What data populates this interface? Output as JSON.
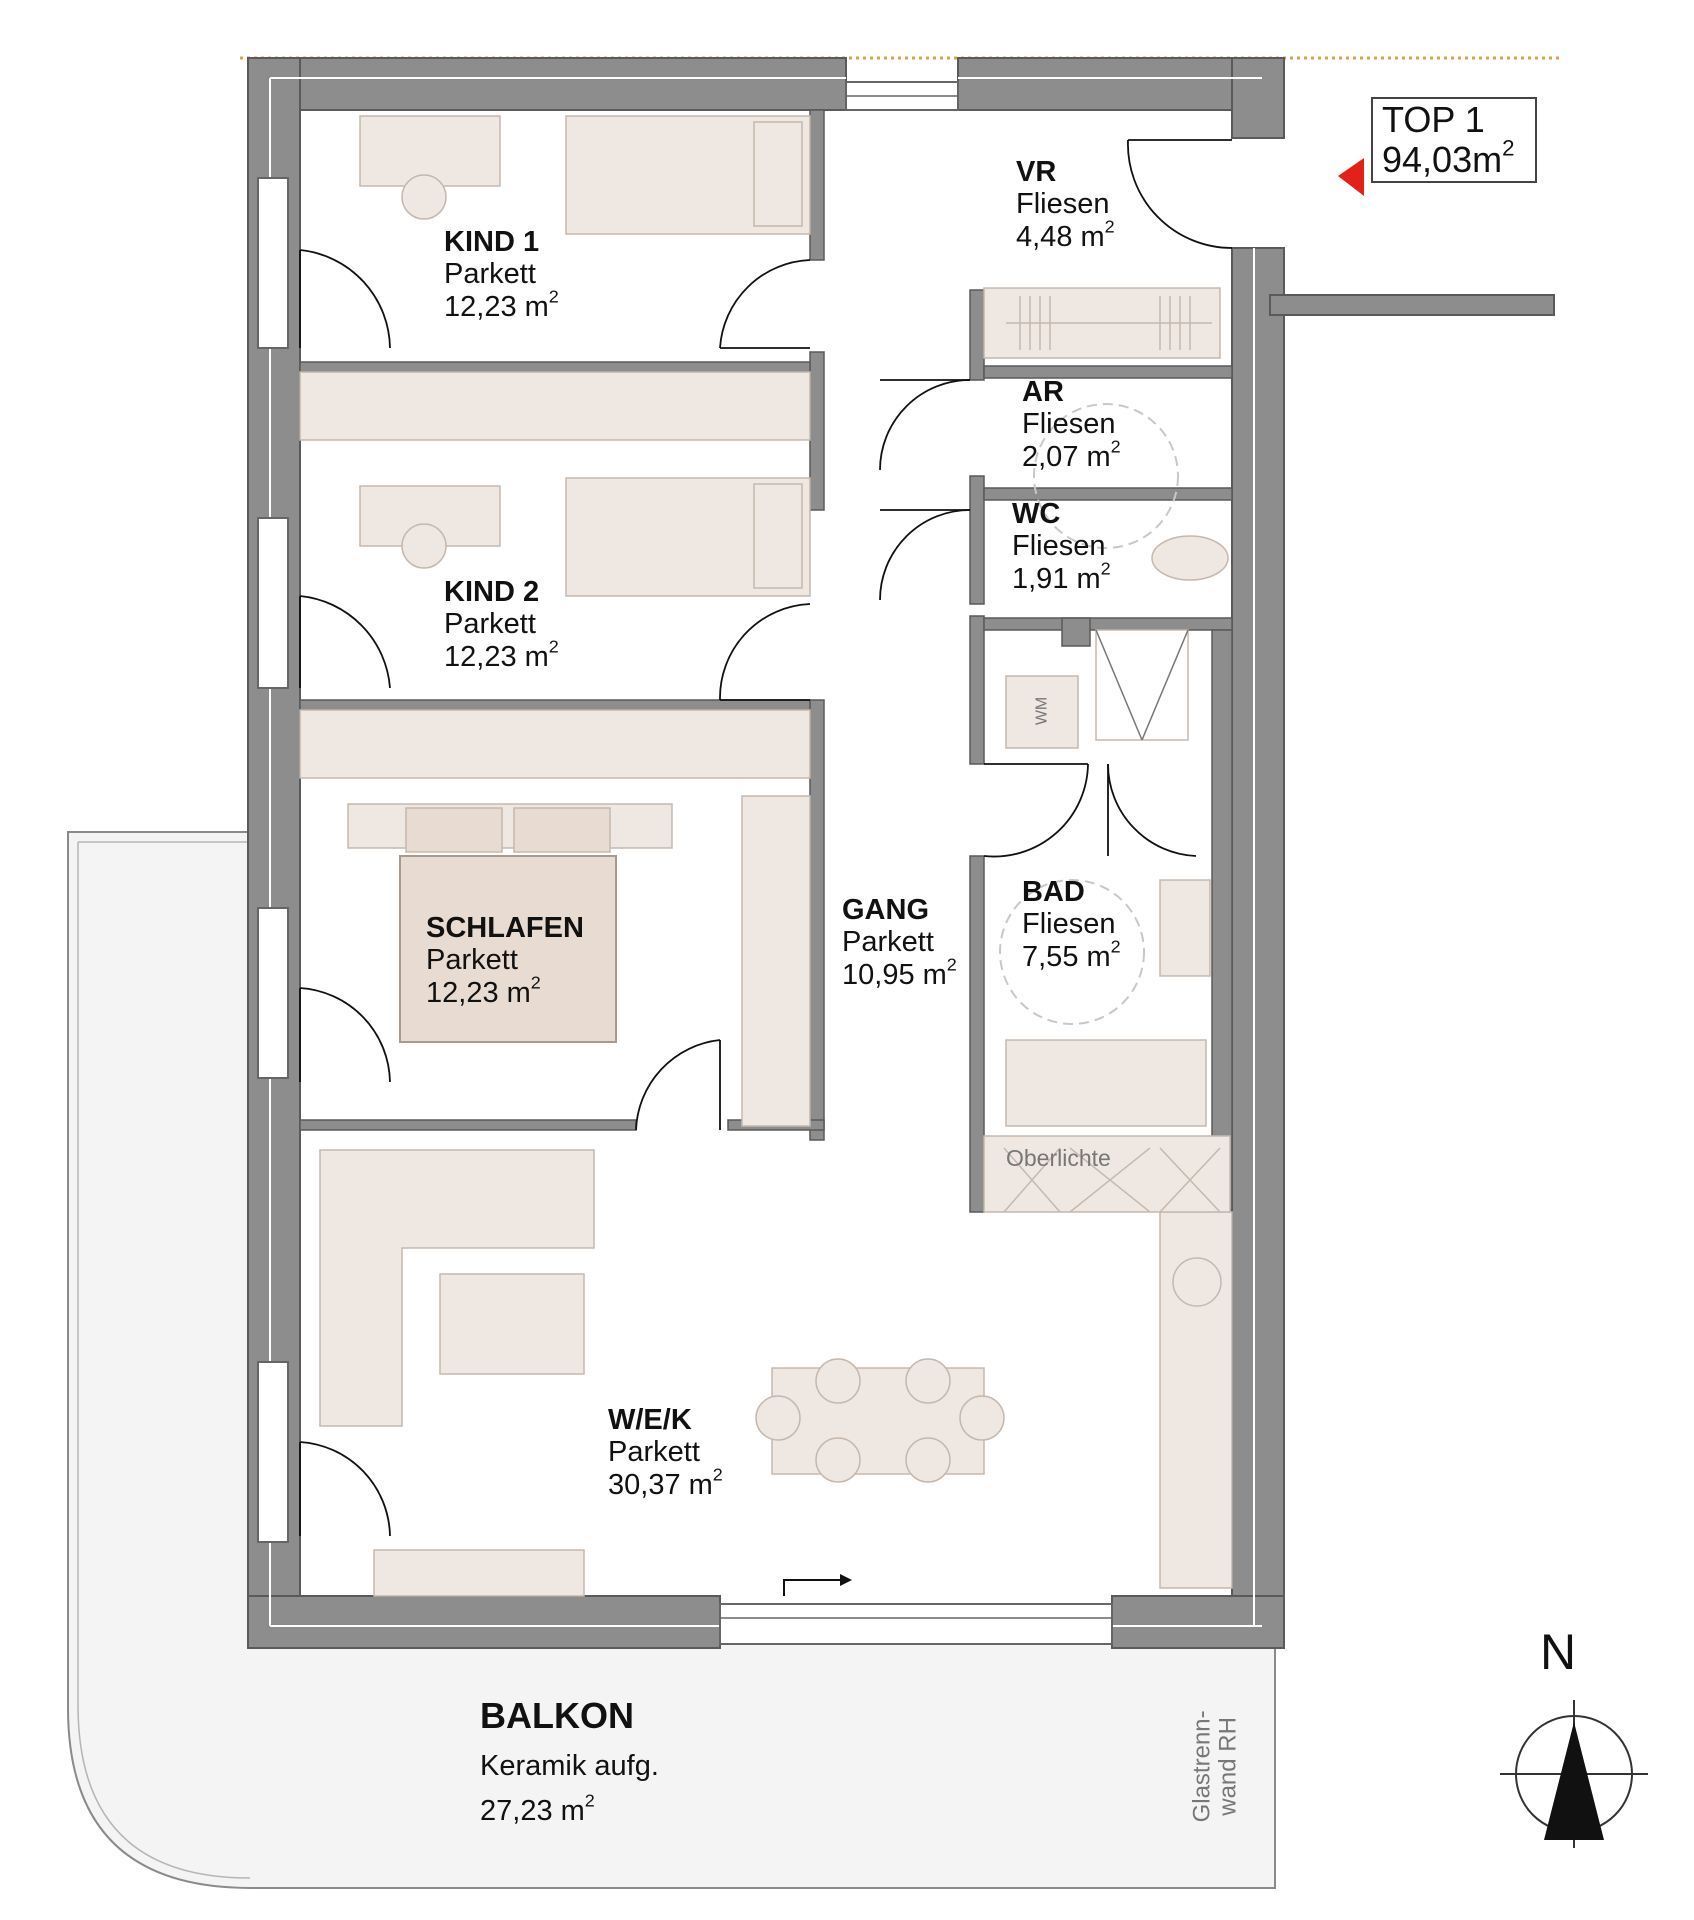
{
  "unit": {
    "label": "TOP 1",
    "area": "94,03m",
    "sup": "2"
  },
  "rooms": {
    "vr": {
      "name": "VR",
      "floor": "Fliesen",
      "area": "4,48 m",
      "sup": "2"
    },
    "kind1": {
      "name": "KIND 1",
      "floor": "Parkett",
      "area": "12,23 m",
      "sup": "2"
    },
    "ar": {
      "name": "AR",
      "floor": "Fliesen",
      "area": "2,07 m",
      "sup": "2"
    },
    "wc": {
      "name": "WC",
      "floor": "Fliesen",
      "area": "1,91 m",
      "sup": "2"
    },
    "kind2": {
      "name": "KIND 2",
      "floor": "Parkett",
      "area": "12,23 m",
      "sup": "2"
    },
    "schlafen": {
      "name": "SCHLAFEN",
      "floor": "Parkett",
      "area": "12,23 m",
      "sup": "2"
    },
    "gang": {
      "name": "GANG",
      "floor": "Parkett",
      "area": "10,95 m",
      "sup": "2"
    },
    "bad": {
      "name": "BAD",
      "floor": "Fliesen",
      "area": "7,55 m",
      "sup": "2"
    },
    "wek": {
      "name": "W/E/K",
      "floor": "Parkett",
      "area": "30,37 m",
      "sup": "2"
    },
    "balkon": {
      "name": "BALKON",
      "floor": "Keramik aufg.",
      "area": "27,23 m",
      "sup": "2"
    }
  },
  "notes": {
    "oberlichte": "Oberlichte",
    "wm": "WM",
    "glastrennwand": "Glastrenn-",
    "glastrennwand2": "wand RH"
  },
  "compass": {
    "north": "N"
  },
  "colors": {
    "wall": "#8d8d8d",
    "furniture": "#efe7e1",
    "furniture_stroke": "#c6b8ad",
    "bed_master": "#e8dbd1",
    "entrance_marker": "#e32119",
    "balcony": "#f2f2f2"
  }
}
